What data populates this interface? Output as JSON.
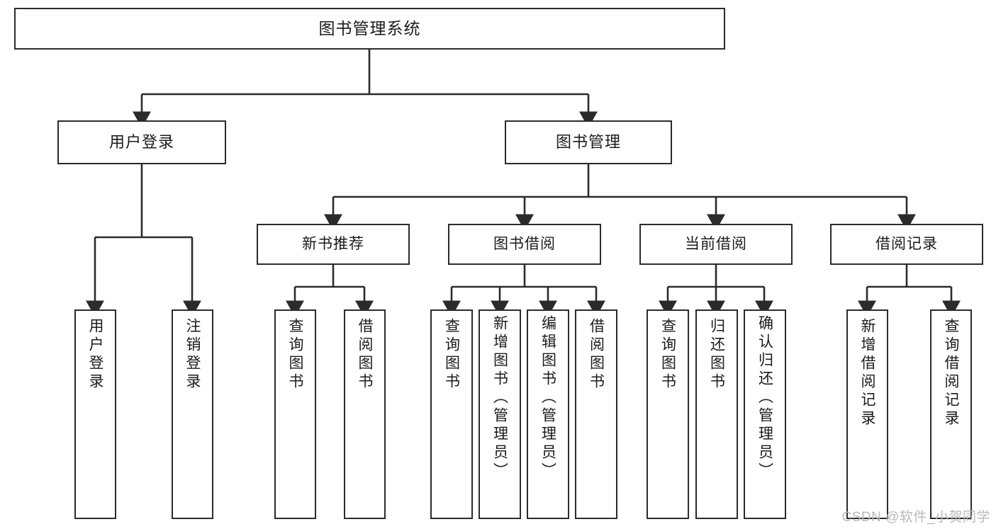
{
  "diagram": {
    "title": "图书管理系统",
    "type": "tree-hierarchy",
    "root": {
      "label": "图书管理系统"
    },
    "level1": [
      {
        "label": "用户登录"
      },
      {
        "label": "图书管理"
      }
    ],
    "level2": [
      {
        "label": "新书推荐"
      },
      {
        "label": "图书借阅"
      },
      {
        "label": "当前借阅"
      },
      {
        "label": "借阅记录"
      }
    ],
    "leaves": {
      "user_login": [
        {
          "label": "用户登录"
        },
        {
          "label": "注销登录"
        }
      ],
      "new_book_recommend": [
        {
          "label": "查询图书"
        },
        {
          "label": "借阅图书"
        }
      ],
      "book_borrow": [
        {
          "label": "查询图书"
        },
        {
          "label": "新增图书（管理员）"
        },
        {
          "label": "编辑图书（管理员）"
        },
        {
          "label": "借阅图书"
        }
      ],
      "current_borrow": [
        {
          "label": "查询图书"
        },
        {
          "label": "归还图书"
        },
        {
          "label": "确认归还（管理员）"
        }
      ],
      "borrow_record": [
        {
          "label": "新增借阅记录"
        },
        {
          "label": "查询借阅记录"
        }
      ]
    }
  },
  "watermark": {
    "text": "CSDN @软件_小贺同学"
  },
  "colors": {
    "stroke": "#2b2b2b",
    "fill": "#ffffff",
    "text": "#1b1b1b",
    "watermark": "#b9b9b9"
  }
}
